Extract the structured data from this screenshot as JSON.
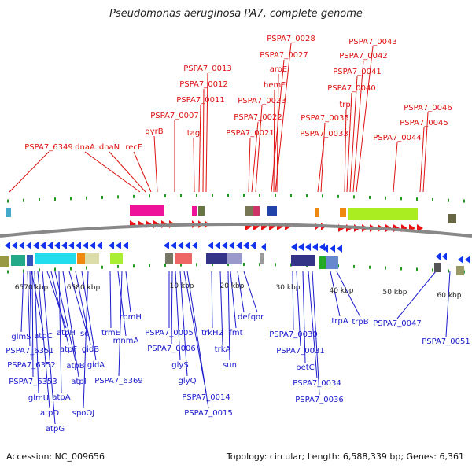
{
  "title": "Pseudomonas aeruginosa PA7, complete genome",
  "accession": "Accession: NC_009656",
  "summary": "Topology: circular; Length: 6,588,339 bp; Genes: 6,361",
  "colors": {
    "top_label": "#dd1111",
    "bottom_label": "#1a1acc",
    "forward_arrow": "#ee1111",
    "reverse_arrow": "#1133ee",
    "backbone": "#888888",
    "tick": "#229922",
    "scale_text": "#222222"
  },
  "top_genes": [
    "PSPA7_6349",
    "dnaA",
    "dnaN",
    "recF",
    "gyrB",
    "PSPA7_0007",
    "tag",
    "PSPA7_0011",
    "PSPA7_0012",
    "PSPA7_0013",
    "PSPA7_0021",
    "PSPA7_0022",
    "PSPA7_0023",
    "PSPA7_0027",
    "PSPA7_0028",
    "aroE",
    "hemF",
    "PSPA7_0033",
    "PSPA7_0035",
    "trpI",
    "PSPA7_0040",
    "PSPA7_0041",
    "PSPA7_0042",
    "PSPA7_0043",
    "PSPA7_0044",
    "PSPA7_0045",
    "PSPA7_0046"
  ],
  "bottom_genes": [
    "glmS",
    "PSPA7_6351",
    "PSPA7_6352",
    "PSPA7_6353",
    "glmU",
    "atpC",
    "atpD",
    "atpG",
    "atpH",
    "atpF",
    "atpB",
    "atpA",
    "atpI",
    "soj",
    "gidB",
    "gidA",
    "spoOJ",
    "trmE",
    "mnmA",
    "rpmH",
    "PSPA7_6369",
    "PSPA7_0005",
    "PSPA7_0006",
    "glyS",
    "glyQ",
    "PSPA7_0014",
    "PSPA7_0015",
    "trkH2",
    "trkA",
    "fmt",
    "def",
    "qor",
    "sun",
    "PSPA7_0030",
    "PSPA7_0031",
    "betC",
    "PSPA7_0034",
    "PSPA7_0036",
    "trpA",
    "trpB",
    "PSPA7_0047",
    "PSPA7_0051"
  ],
  "scale": [
    "6570 kbp",
    "6580 kbp",
    "10 kbp",
    "20 kbp",
    "30 kbp",
    "40 kbp",
    "50 kbp",
    "60 kbp"
  ]
}
